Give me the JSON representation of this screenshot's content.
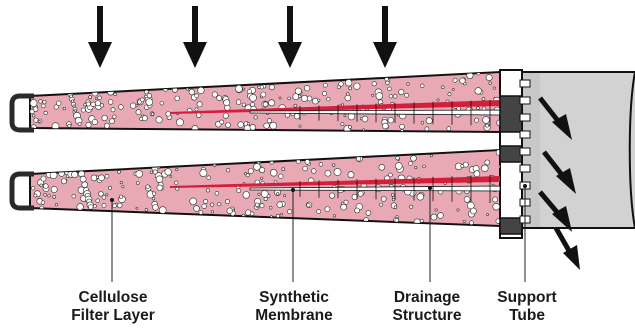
{
  "diagram": {
    "labels": [
      {
        "id": "cellulose",
        "lines": [
          "Cellulose",
          "Filter Layer"
        ]
      },
      {
        "id": "synthetic",
        "lines": [
          "Synthetic",
          "Membrane"
        ]
      },
      {
        "id": "drainage",
        "lines": [
          "Drainage",
          "Structure"
        ]
      },
      {
        "id": "support",
        "lines": [
          "Support",
          "Tube"
        ]
      }
    ],
    "inflow_arrow_count": 4,
    "outflow_arrow_count": 4,
    "colors": {
      "filter_media": "#e8aab5",
      "membrane": "#d21f3c",
      "frame": "#3c3c3c",
      "tube": "#c4c4c4",
      "outline": "#111111"
    }
  }
}
